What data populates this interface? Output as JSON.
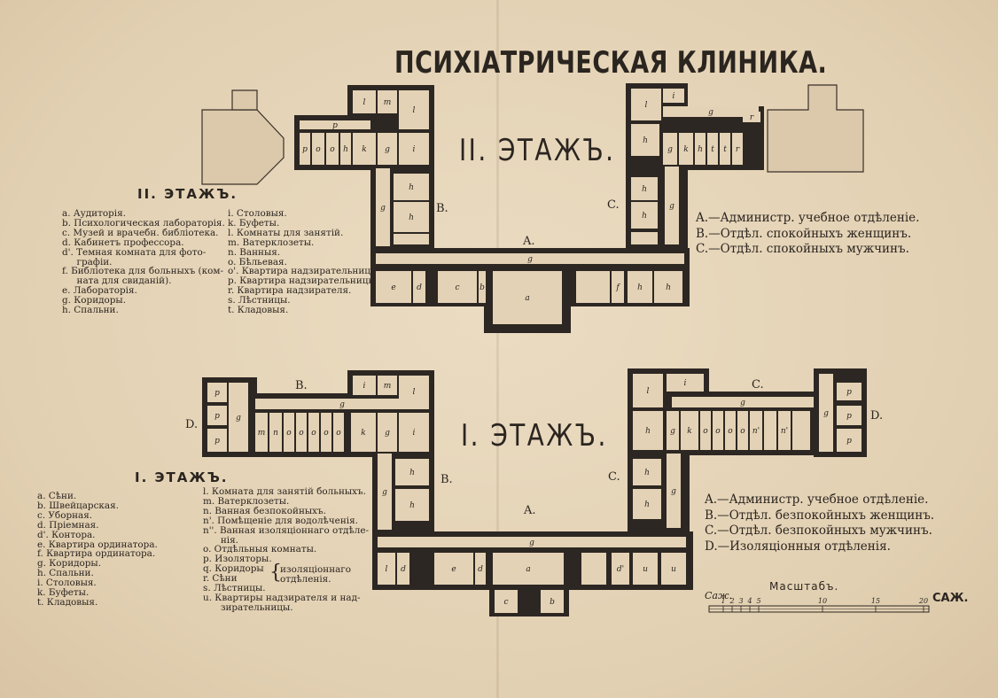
{
  "title": "ПСИХІАТРИЧЕСКАЯ КЛИНИКА.",
  "floor2": {
    "plan_label": "II. ЭТАЖЪ.",
    "legend_title": "II. ЭТАЖЪ.",
    "legend_left": [
      "a. Аудиторія.",
      "b. Психологическая лабораторія.",
      "c. Музей и врачебн. библіотека.",
      "d. Кабинетъ профессора.",
      "d'. Темная комната для фото-",
      "     графіи.",
      "f. Библіотека для больныхъ (ком-",
      "     ната для свиданій).",
      "e. Лабораторія.",
      "g. Коридоры.",
      "h. Спальни."
    ],
    "legend_right": [
      "i. Столовыя.",
      "k. Буфеты.",
      "l. Комнаты для занятій.",
      "m. Ватерклозеты.",
      "n. Ванныя.",
      "o. Бѣльевая.",
      "o'. Квартира надзирательницы.",
      "p. Квартира надзирательницы.",
      "r. Квартира надзирателя.",
      "s. Лѣстницы.",
      "t. Кладовыя."
    ],
    "wings": [
      "A.—Администр. учебное отдѣленіе.",
      "B.—Отдѣл. спокойныхъ женщинъ.",
      "C.—Отдѣл. спокойныхъ мужчинъ."
    ]
  },
  "floor1": {
    "plan_label": "I. ЭТАЖЪ.",
    "legend_title": "I. ЭТАЖЪ.",
    "legend_left": [
      "a. Сѣни.",
      "b. Швейцарская.",
      "c. Уборная.",
      "d. Пріемная.",
      "d'. Контора.",
      "e. Квартира ординатора.",
      "f. Квартира ординатора.",
      "g. Коридоры.",
      "h. Спальни.",
      "i. Столовыя.",
      "k. Буфеты.",
      "t. Кладовыя."
    ],
    "legend_right": [
      "l. Комната для занятій больныхъ.",
      "m. Ватерклозеты.",
      "n. Ванная безпокойныхъ.",
      "n'. Помѣщеніе для водолѣченія.",
      "n''. Ванная изоляціоннаго отдѣле-",
      "      нія.",
      "o. Отдѣльныя комнаты.",
      "p. Изоляторы.",
      "q. Коридоры",
      "r. Сѣни",
      "s. Лѣстницы.",
      "u. Квартиры надзирателя и над-",
      "      зирательницы."
    ],
    "brace_note_1": "изоляціоннаго",
    "brace_note_2": "отдѣленія.",
    "wings": [
      "A.—Администр. учебное отдѣленіе.",
      "B.—Отдѣл. безпокойныхъ женщинъ.",
      "C.—Отдѣл. безпокойныхъ мужчинъ.",
      "D.—Изоляціонныя отдѣленія."
    ]
  },
  "plan_letters": {
    "A": "A.",
    "B": "B.",
    "C": "C.",
    "D": "D."
  },
  "scale": {
    "title": "Масштабъ.",
    "unit_left": "Саж.",
    "unit_right": "САЖ.",
    "ticks": [
      "1",
      "2",
      "3",
      "4",
      "5",
      "10",
      "15",
      "20"
    ]
  }
}
